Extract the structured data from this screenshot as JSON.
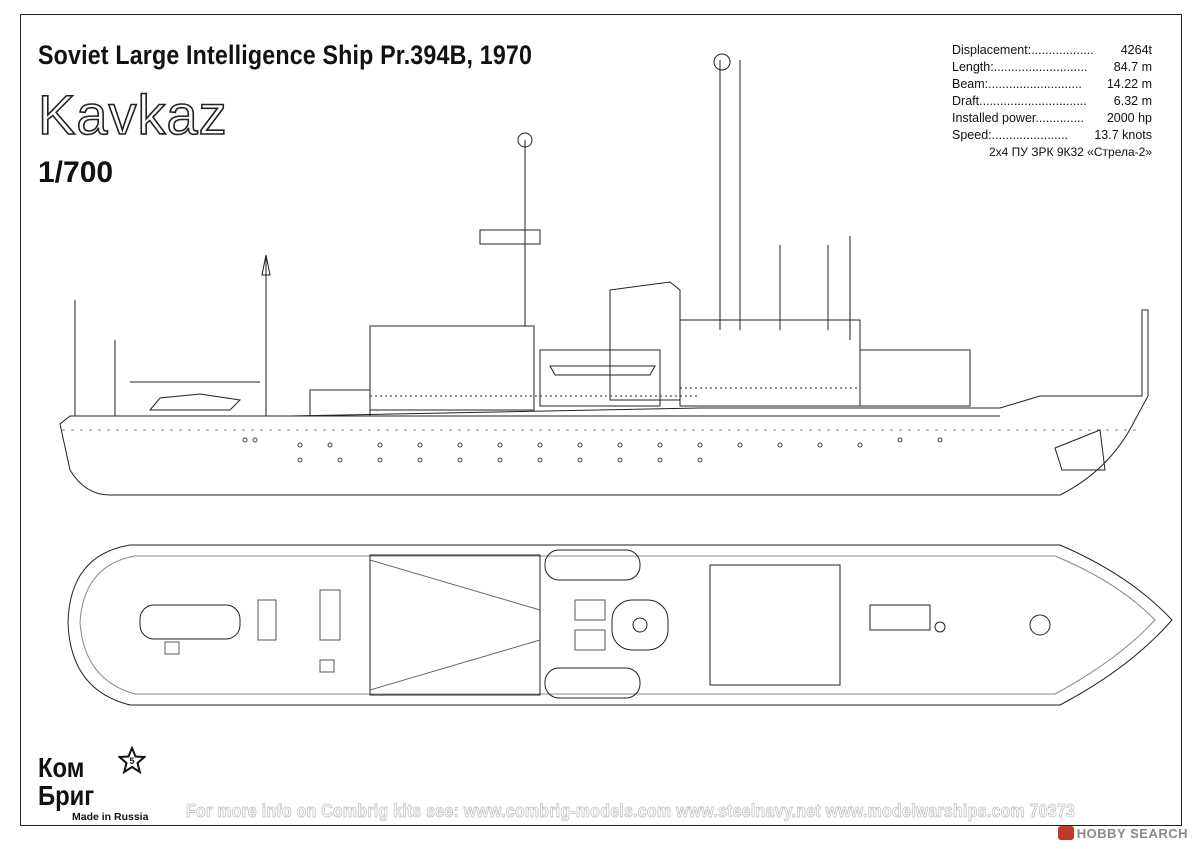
{
  "sheet": {
    "title": "Soviet Large Intelligence Ship Pr.394B, 1970",
    "ship_name": "Kavkaz",
    "scale": "1/700"
  },
  "specs": {
    "rows": [
      {
        "label": "Displacement:",
        "dots": "..................",
        "value": "4264t"
      },
      {
        "label": "Length:",
        "dots": "...........................",
        "value": "84.7 m"
      },
      {
        "label": "Beam:",
        "dots": "...........................",
        "value": "14.22 m"
      },
      {
        "label": "Draft",
        "dots": "...............................",
        "value": "6.32 m"
      },
      {
        "label": "Installed power",
        "dots": "..............",
        "value": "2000 hp"
      },
      {
        "label": "Speed:",
        "dots": "......................",
        "value": "13.7 knots"
      }
    ],
    "armament": "2x4 ПУ ЗРК 9К32 «Стрела-2»"
  },
  "footer": {
    "text": "For more info on Combrig kits see: www.combrig-models.com www.steelnavy.net  www.modelwarships.com  70373"
  },
  "logo": {
    "line1": "Ком",
    "line2": "Бриг",
    "made_in": "Made in Russia",
    "star_number": "5"
  },
  "watermark": {
    "text": "HOBBY SEARCH"
  }
}
